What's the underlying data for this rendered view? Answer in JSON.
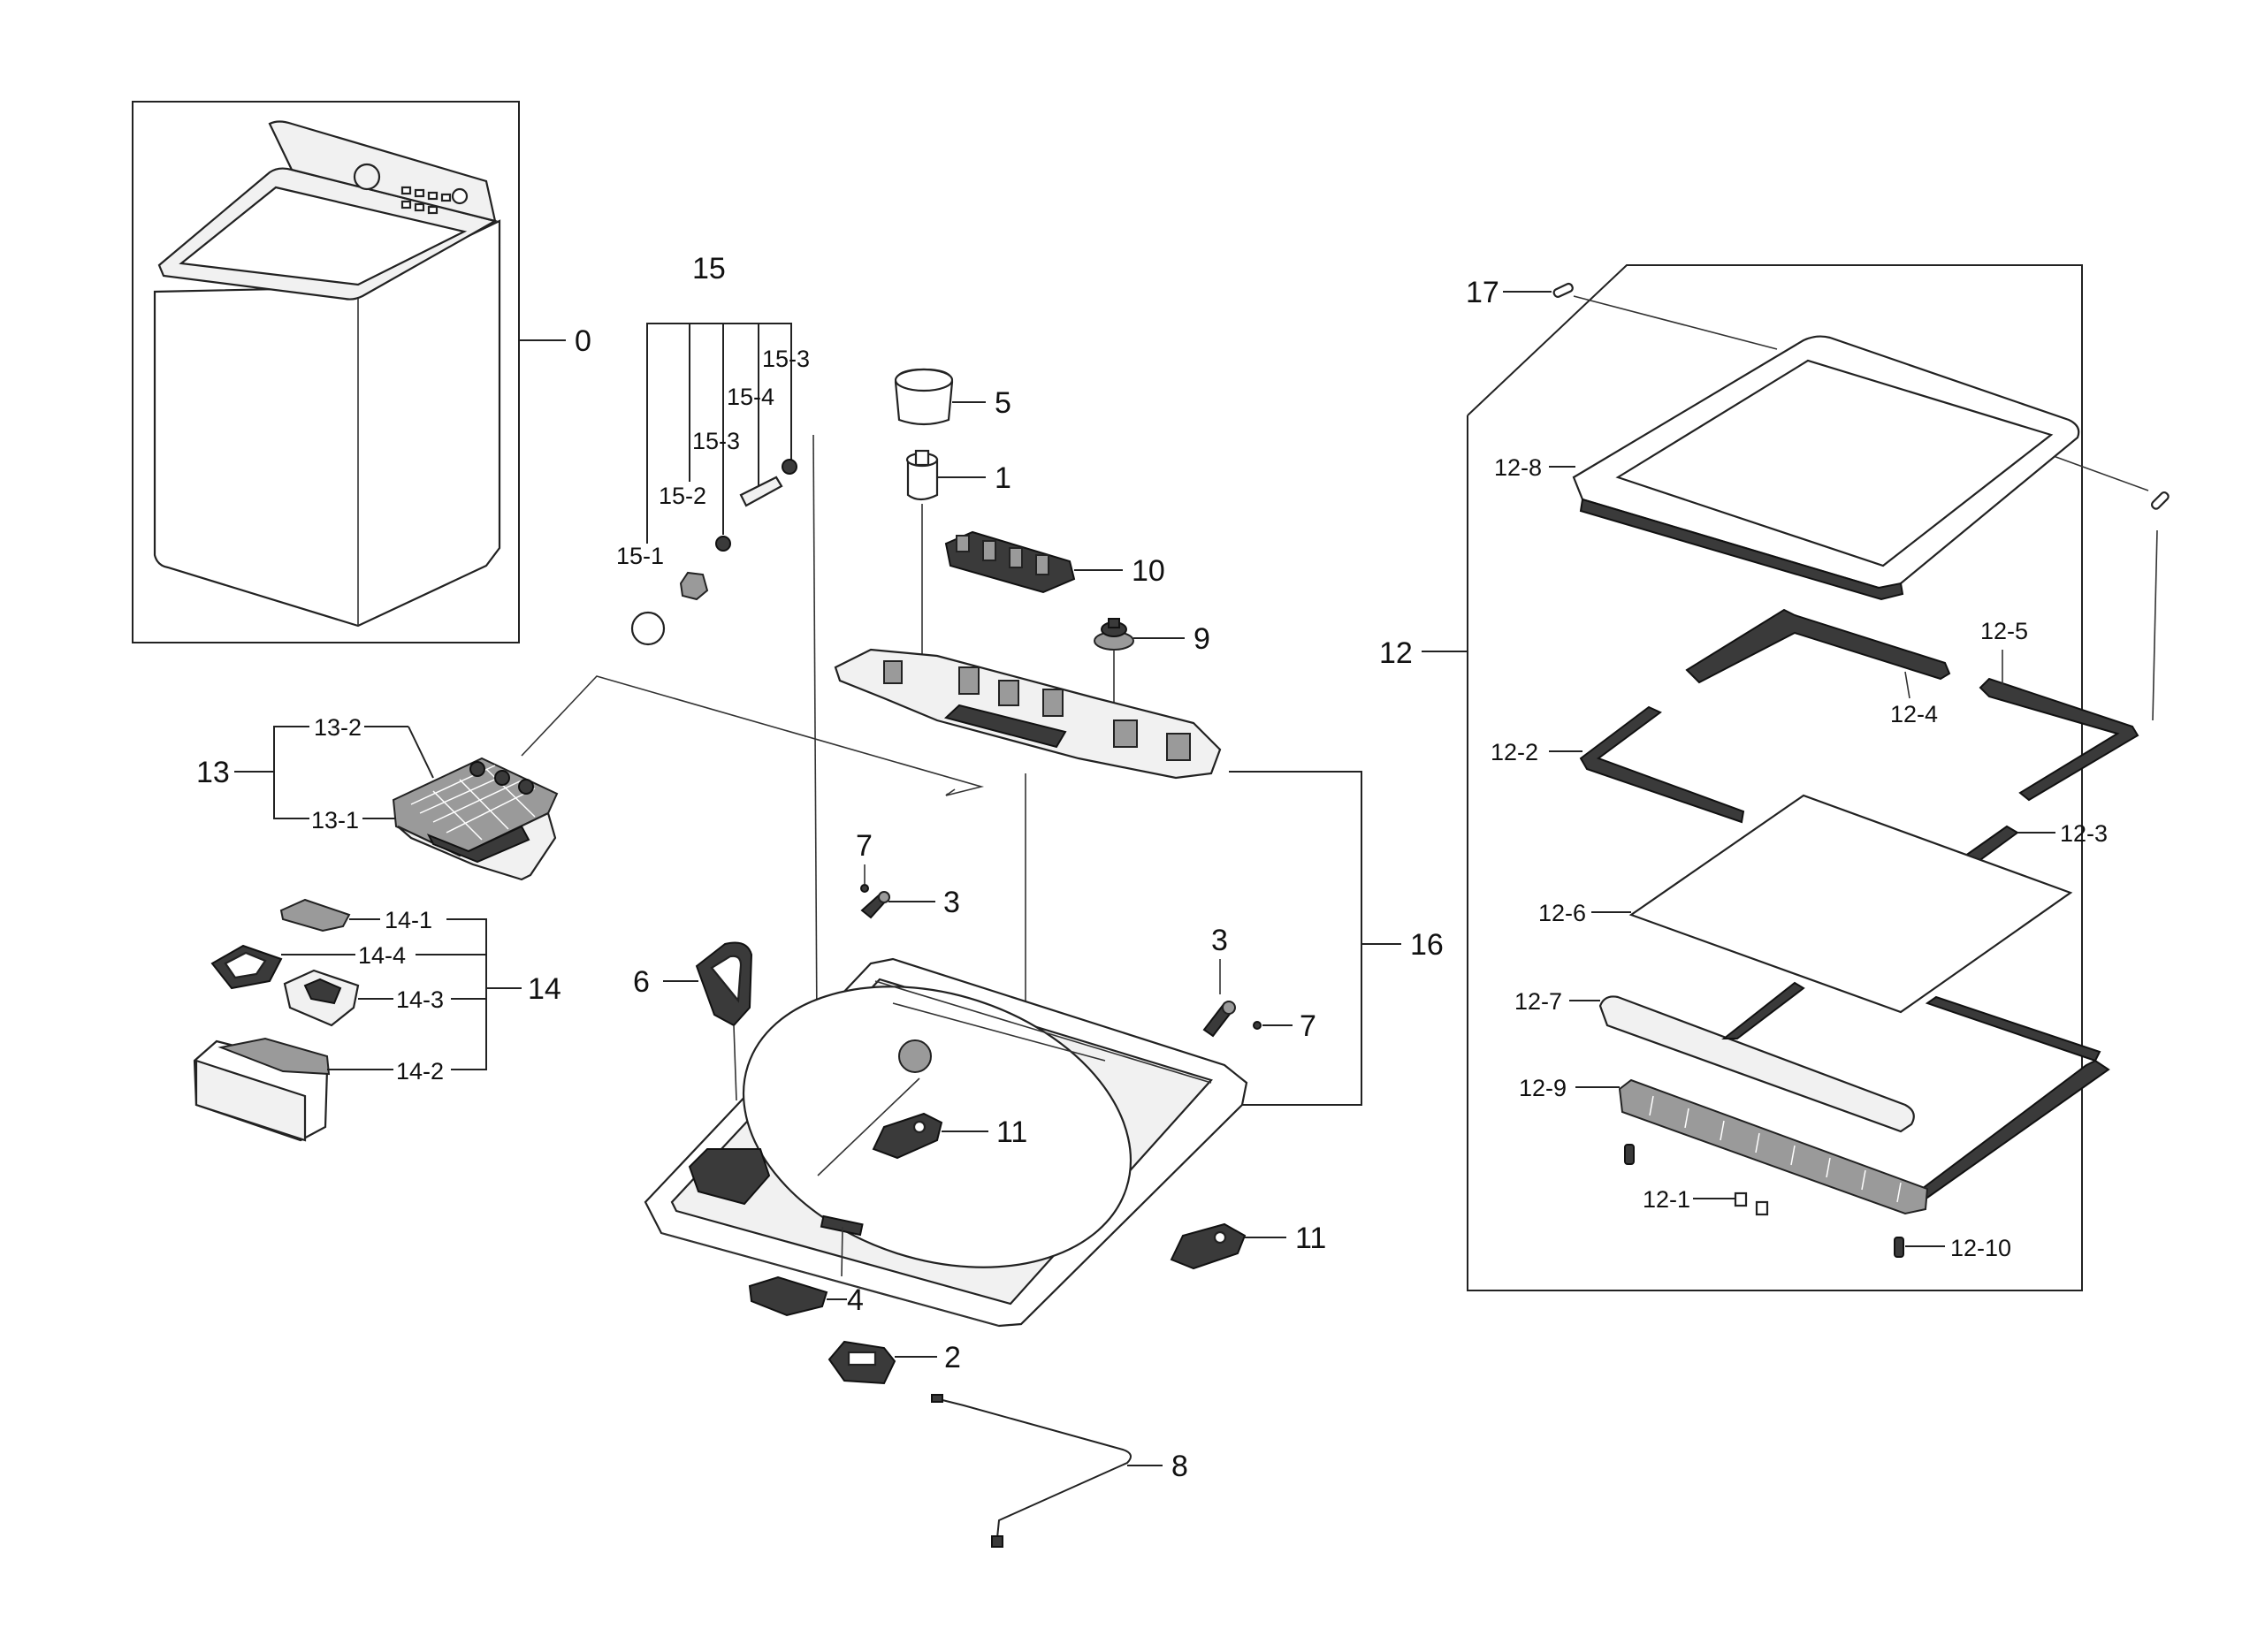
{
  "labels": {
    "l0": "0",
    "l1": "1",
    "l2": "2",
    "l3a": "3",
    "l3b": "3",
    "l4": "4",
    "l5": "5",
    "l6": "6",
    "l7a": "7",
    "l7b": "7",
    "l8": "8",
    "l9": "9",
    "l10": "10",
    "l11a": "11",
    "l11b": "11",
    "l12": "12",
    "l12_1": "12-1",
    "l12_2": "12-2",
    "l12_3": "12-3",
    "l12_4": "12-4",
    "l12_5": "12-5",
    "l12_6": "12-6",
    "l12_7": "12-7",
    "l12_8": "12-8",
    "l12_9": "12-9",
    "l12_10": "12-10",
    "l13": "13",
    "l13_1": "13-1",
    "l13_2": "13-2",
    "l14": "14",
    "l14_1": "14-1",
    "l14_2": "14-2",
    "l14_3": "14-3",
    "l14_4": "14-4",
    "l15": "15",
    "l15_1": "15-1",
    "l15_2": "15-2",
    "l15_3a": "15-3",
    "l15_3b": "15-3",
    "l15_4": "15-4",
    "l16": "16",
    "l17": "17"
  }
}
